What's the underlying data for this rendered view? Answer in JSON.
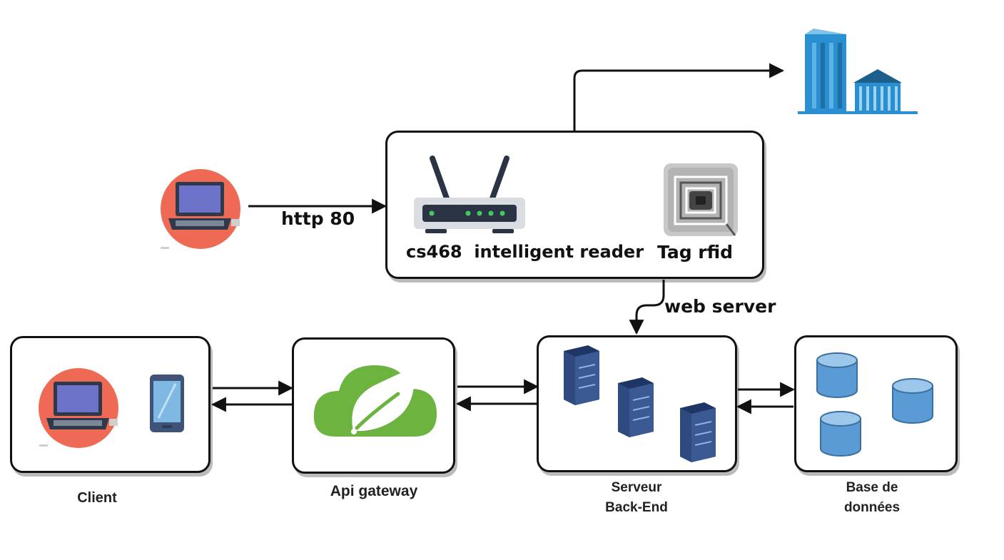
{
  "reader_box": {
    "reader_label": "cs468  intelligent reader",
    "tag_label": "Tag rfid"
  },
  "links": {
    "http": "http 80",
    "web_server": "web server"
  },
  "components": {
    "client": "Client",
    "gateway": "Api gateway",
    "backend_line1": "Serveur",
    "backend_line2": "Back-End",
    "db_line1": "Base de",
    "db_line2": "données"
  },
  "colors": {
    "laptop_circle": "#ef6a55",
    "spring_green": "#6db33f",
    "server_blue": "#2f4a7e",
    "db_blue": "#5b9bd5",
    "building_blue": "#2a8fd0",
    "router_dark": "#2a3444",
    "router_led": "#43c95c"
  }
}
